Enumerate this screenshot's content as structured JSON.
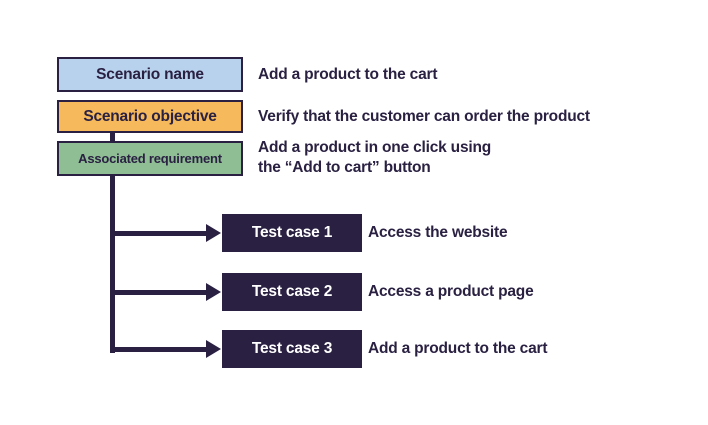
{
  "colors": {
    "ink": "#2a2142",
    "blue_fill": "#b8d2ee",
    "orange_fill": "#f6b95b",
    "green_fill": "#8fbd94",
    "tc_fill": "#2a2042",
    "tc_text": "#ffffff",
    "bg": "#ffffff"
  },
  "scenario_rows": [
    {
      "label": "Scenario name",
      "description": "Add a product to the cart"
    },
    {
      "label": "Scenario objective",
      "description": "Verify that the customer can order the product"
    },
    {
      "label": "Associated requirement",
      "description_line1": "Add a product in one click using",
      "description_line2": "the “Add to cart” button"
    }
  ],
  "test_cases": [
    {
      "label": "Test case 1",
      "description": "Access the website"
    },
    {
      "label": "Test case 2",
      "description": "Access a product page"
    },
    {
      "label": "Test case 3",
      "description": "Add a product to the cart"
    }
  ]
}
